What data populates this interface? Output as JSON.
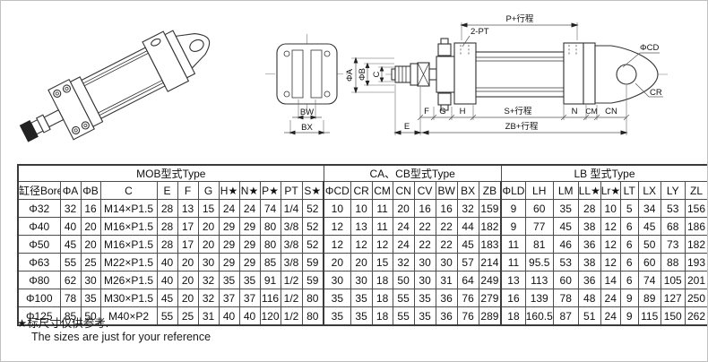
{
  "drawings": {
    "bracket": {
      "bw": "BW",
      "bx": "BX"
    },
    "side": {
      "p": "P+行程",
      "pt": "2-PT",
      "cd": "ΦCD",
      "cr": "CR",
      "phiA": "ΦA",
      "phiB": "ΦB",
      "c": "C",
      "e": "E",
      "f": "F",
      "g": "G",
      "h": "H",
      "s": "S+行程",
      "n": "N",
      "cm": "CM",
      "cn": "CN",
      "zb": "ZB+行程"
    }
  },
  "table": {
    "groups": [
      {
        "label": "MOB型式Type",
        "span": 12
      },
      {
        "label": "CA、CB型式Type",
        "span": 8
      },
      {
        "label": "LB 型式Type",
        "span": 9
      }
    ],
    "columns": [
      "缸径Bore",
      "ΦA",
      "ΦB",
      "C",
      "E",
      "F",
      "G",
      "H★",
      "N★",
      "P★",
      "PT",
      "S★",
      "ΦCD",
      "CR",
      "CM",
      "CN",
      "CV",
      "BW",
      "BX",
      "ZB",
      "ΦLD",
      "LH",
      "LM",
      "LL★",
      "Lr★",
      "LT",
      "LX",
      "LY",
      "ZL"
    ],
    "rows": [
      [
        "Φ32",
        "32",
        "16",
        "M14×P1.5",
        "28",
        "13",
        "15",
        "24",
        "24",
        "74",
        "1/4",
        "52",
        "10",
        "10",
        "11",
        "20",
        "16",
        "16",
        "32",
        "159",
        "9",
        "60",
        "35",
        "28",
        "10",
        "5",
        "34",
        "53",
        "156"
      ],
      [
        "Φ40",
        "40",
        "20",
        "M16×P1.5",
        "28",
        "17",
        "20",
        "29",
        "29",
        "80",
        "3/8",
        "52",
        "12",
        "13",
        "11",
        "24",
        "22",
        "22",
        "44",
        "182",
        "9",
        "77",
        "45",
        "38",
        "12",
        "6",
        "45",
        "68",
        "186"
      ],
      [
        "Φ50",
        "45",
        "20",
        "M16×P1.5",
        "28",
        "17",
        "20",
        "29",
        "29",
        "80",
        "3/8",
        "52",
        "12",
        "12",
        "12",
        "24",
        "22",
        "22",
        "45",
        "183",
        "11",
        "81",
        "46",
        "36",
        "12",
        "6",
        "50",
        "73",
        "182"
      ],
      [
        "Φ63",
        "55",
        "25",
        "M22×P1.5",
        "40",
        "20",
        "30",
        "29",
        "29",
        "85",
        "3/8",
        "59",
        "20",
        "20",
        "15",
        "32",
        "30",
        "30",
        "57",
        "214",
        "11",
        "95.5",
        "53",
        "38",
        "12",
        "6",
        "60",
        "88",
        "193"
      ],
      [
        "Φ80",
        "62",
        "30",
        "M26×P1.5",
        "40",
        "20",
        "32",
        "35",
        "35",
        "91",
        "1/2",
        "59",
        "30",
        "30",
        "18",
        "50",
        "30",
        "31",
        "64",
        "249",
        "13",
        "113",
        "60",
        "36",
        "14",
        "6",
        "74",
        "105",
        "201"
      ],
      [
        "Φ100",
        "78",
        "35",
        "M30×P1.5",
        "45",
        "20",
        "32",
        "37",
        "37",
        "116",
        "1/2",
        "80",
        "35",
        "35",
        "18",
        "55",
        "35",
        "36",
        "76",
        "279",
        "16",
        "139",
        "78",
        "48",
        "24",
        "9",
        "89",
        "127",
        "250"
      ],
      [
        "Φ125",
        "85",
        "50",
        "M40×P2",
        "55",
        "25",
        "31",
        "40",
        "40",
        "120",
        "1/2",
        "80",
        "35",
        "35",
        "18",
        "55",
        "35",
        "36",
        "76",
        "289",
        "18",
        "160.5",
        "87",
        "51",
        "24",
        "9",
        "115",
        "150",
        "262"
      ]
    ]
  },
  "footnote": {
    "line1": "★标尺寸仅供参考.",
    "line2": "The sizes are just for your reference"
  }
}
